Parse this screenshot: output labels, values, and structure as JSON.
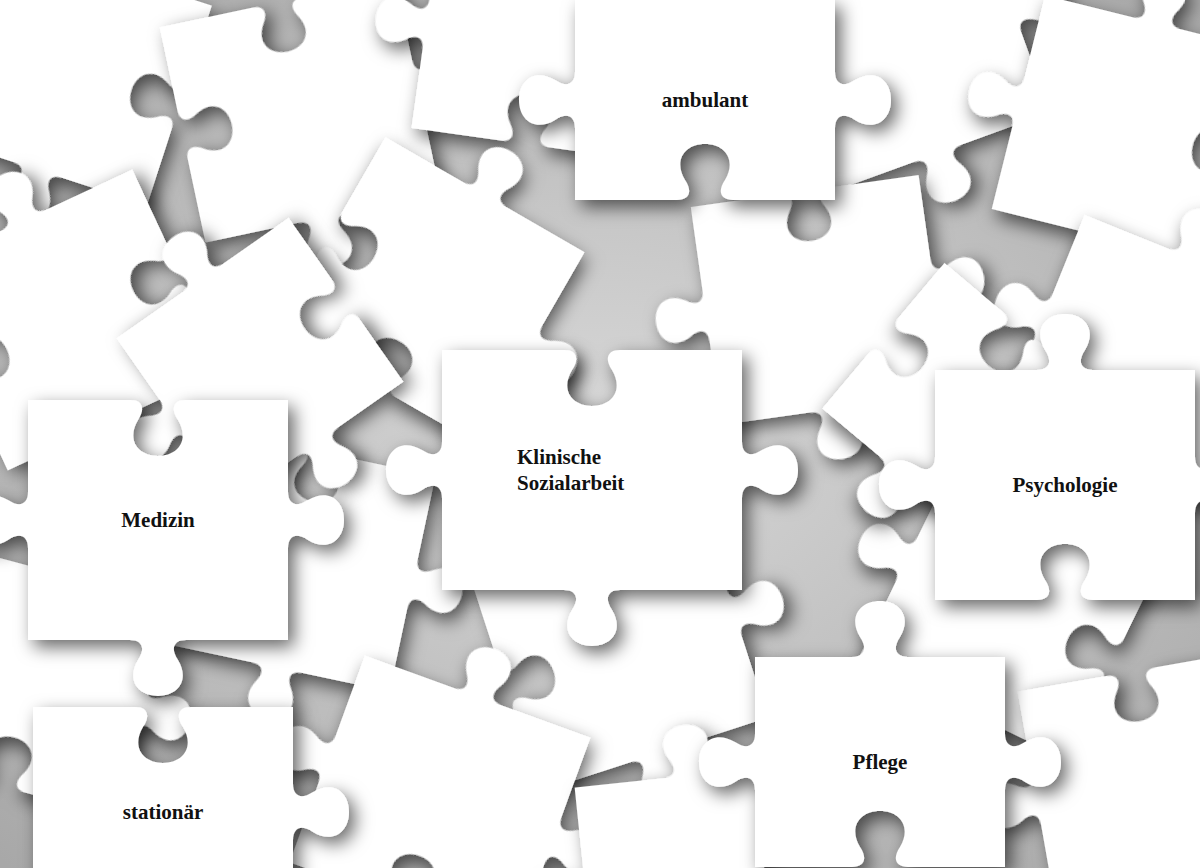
{
  "diagram": {
    "nodes": [
      {
        "text": [
          "ambulant"
        ]
      },
      {
        "text": [
          "Klinische Sozialarbeit"
        ]
      },
      {
        "text": [
          "Psychologie"
        ]
      },
      {
        "text": [
          "Medizin"
        ]
      },
      {
        "text": [
          "Pflege"
        ]
      },
      {
        "text": [
          "stationär"
        ]
      }
    ]
  }
}
